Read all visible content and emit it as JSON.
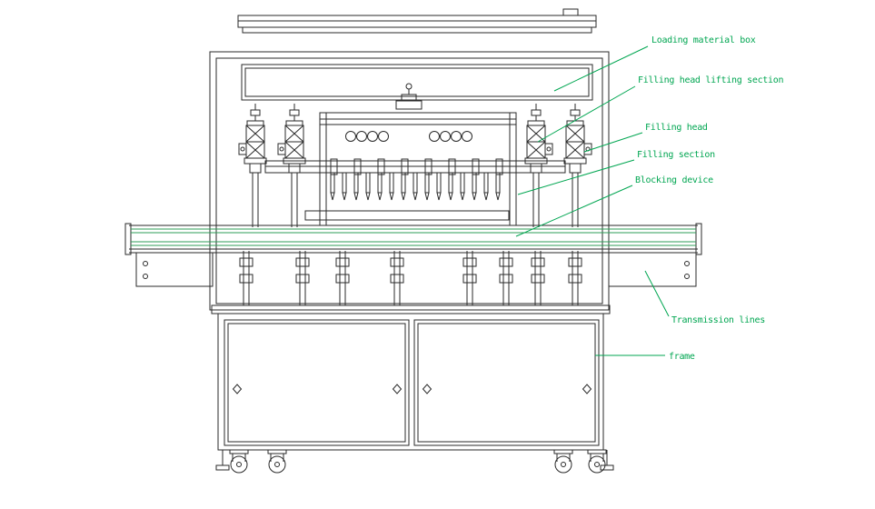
{
  "colors": {
    "annotation_green": "#00a651",
    "conveyor_green": "#2e9e57",
    "line_black": "#2a2a2a"
  },
  "labels": [
    {
      "id": "loading-material-box",
      "text": "Loading material box"
    },
    {
      "id": "filling-head-lifting-section",
      "text": "Filling head lifting section"
    },
    {
      "id": "filling-head",
      "text": "Filling head"
    },
    {
      "id": "filling-section",
      "text": "Filling section"
    },
    {
      "id": "blocking-device",
      "text": "Blocking device"
    },
    {
      "id": "transmission-lines",
      "text": "Transmission lines"
    },
    {
      "id": "frame",
      "text": "frame"
    }
  ]
}
